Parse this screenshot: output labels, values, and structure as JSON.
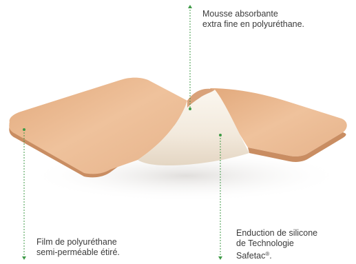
{
  "annotations": {
    "top": {
      "lines": [
        "Mousse absorbante",
        "extra fine en polyuréthane."
      ]
    },
    "left": {
      "lines": [
        "Film de polyuréthane",
        "semi-perméable étiré."
      ]
    },
    "right": {
      "line1": "Enduction de silicone",
      "line2": "de Technologie",
      "brand": "Safetac",
      "reg_mark": "®",
      "end": "."
    }
  },
  "colors": {
    "leader_line": "#3e9a46",
    "foam_top": "#e8b48a",
    "foam_edge": "#c98d62",
    "silicone_underside": "#f3ece1",
    "label_text": "#3a3a3a"
  }
}
